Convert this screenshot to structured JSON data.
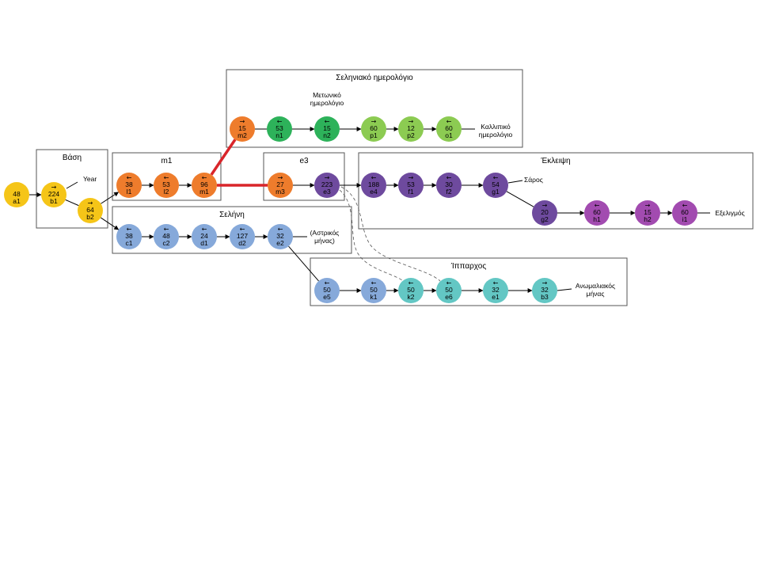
{
  "colors": {
    "yellow": "#F5C518",
    "orange": "#EE7C2C",
    "green": "#2DB25A",
    "lightgreen": "#8CCB52",
    "purple": "#6E4A9E",
    "magenta": "#A24BB0",
    "blue": "#86A9DA",
    "teal": "#63C7C4",
    "highlight": "#D9252A",
    "box": "#555555"
  },
  "groups": [
    {
      "id": "vasi",
      "title": "Βάση"
    },
    {
      "id": "m1",
      "title": "m1"
    },
    {
      "id": "selinaiko",
      "title": "Σεληνιακό ημερολόγιο"
    },
    {
      "id": "e3",
      "title": "e3"
    },
    {
      "id": "ekleipsi",
      "title": "Έκλειψη"
    },
    {
      "id": "selini",
      "title": "Σελήνη"
    },
    {
      "id": "ipparchos",
      "title": "Ίππαρχος"
    }
  ],
  "nodes": [
    {
      "id": "a1",
      "value": "48",
      "arrow": "",
      "color": "yellow"
    },
    {
      "id": "b1",
      "value": "224",
      "arrow": "→",
      "color": "yellow"
    },
    {
      "id": "b2",
      "value": "64",
      "arrow": "→",
      "color": "yellow"
    },
    {
      "id": "l1",
      "value": "38",
      "arrow": "←",
      "color": "orange"
    },
    {
      "id": "l2",
      "value": "53",
      "arrow": "←",
      "color": "orange"
    },
    {
      "id": "m1",
      "value": "96",
      "arrow": "←",
      "color": "orange"
    },
    {
      "id": "m2",
      "value": "15",
      "arrow": "→",
      "color": "orange"
    },
    {
      "id": "m3",
      "value": "27",
      "arrow": "→",
      "color": "orange"
    },
    {
      "id": "n1",
      "value": "53",
      "arrow": "←",
      "color": "green"
    },
    {
      "id": "n2",
      "value": "15",
      "arrow": "←",
      "color": "green"
    },
    {
      "id": "p1",
      "value": "60",
      "arrow": "→",
      "color": "lightgreen"
    },
    {
      "id": "p2",
      "value": "12",
      "arrow": "→",
      "color": "lightgreen"
    },
    {
      "id": "o1",
      "value": "60",
      "arrow": "←",
      "color": "lightgreen"
    },
    {
      "id": "e3",
      "value": "223",
      "arrow": "→",
      "color": "purple"
    },
    {
      "id": "e4",
      "value": "188",
      "arrow": "←",
      "color": "purple"
    },
    {
      "id": "f1",
      "value": "53",
      "arrow": "→",
      "color": "purple"
    },
    {
      "id": "f2",
      "value": "30",
      "arrow": "←",
      "color": "purple"
    },
    {
      "id": "g1",
      "value": "54",
      "arrow": "←",
      "color": "purple"
    },
    {
      "id": "g2",
      "value": "20",
      "arrow": "→",
      "color": "purple"
    },
    {
      "id": "h1",
      "value": "60",
      "arrow": "←",
      "color": "magenta"
    },
    {
      "id": "h2",
      "value": "15",
      "arrow": "→",
      "color": "magenta"
    },
    {
      "id": "i1",
      "value": "60",
      "arrow": "←",
      "color": "magenta"
    },
    {
      "id": "c1",
      "value": "38",
      "arrow": "←",
      "color": "blue"
    },
    {
      "id": "c2",
      "value": "48",
      "arrow": "←",
      "color": "blue"
    },
    {
      "id": "d1",
      "value": "24",
      "arrow": "←",
      "color": "blue"
    },
    {
      "id": "d2",
      "value": "127",
      "arrow": "←",
      "color": "blue"
    },
    {
      "id": "e2",
      "value": "32",
      "arrow": "←",
      "color": "blue"
    },
    {
      "id": "e5",
      "value": "50",
      "arrow": "←",
      "color": "blue"
    },
    {
      "id": "k1",
      "value": "50",
      "arrow": "←",
      "color": "blue"
    },
    {
      "id": "k2",
      "value": "50",
      "arrow": "←",
      "color": "teal"
    },
    {
      "id": "e6",
      "value": "50",
      "arrow": "←",
      "color": "teal"
    },
    {
      "id": "e1",
      "value": "32",
      "arrow": "←",
      "color": "teal"
    },
    {
      "id": "b3",
      "value": "32",
      "arrow": "→",
      "color": "teal"
    }
  ],
  "labels": {
    "year": "Year",
    "metoniko": [
      "Μετωνικό",
      "ημερολόγιο"
    ],
    "kallippiko": [
      "Καλλιπικό",
      "ημερολόγιο"
    ],
    "saros": "Σάρος",
    "exeligmos": "Εξελιγμός",
    "astrikos": [
      "(Αστρικός",
      "μήνας)"
    ],
    "anomaliakos": [
      "Ανωμαλιακός",
      "μήνας"
    ]
  }
}
